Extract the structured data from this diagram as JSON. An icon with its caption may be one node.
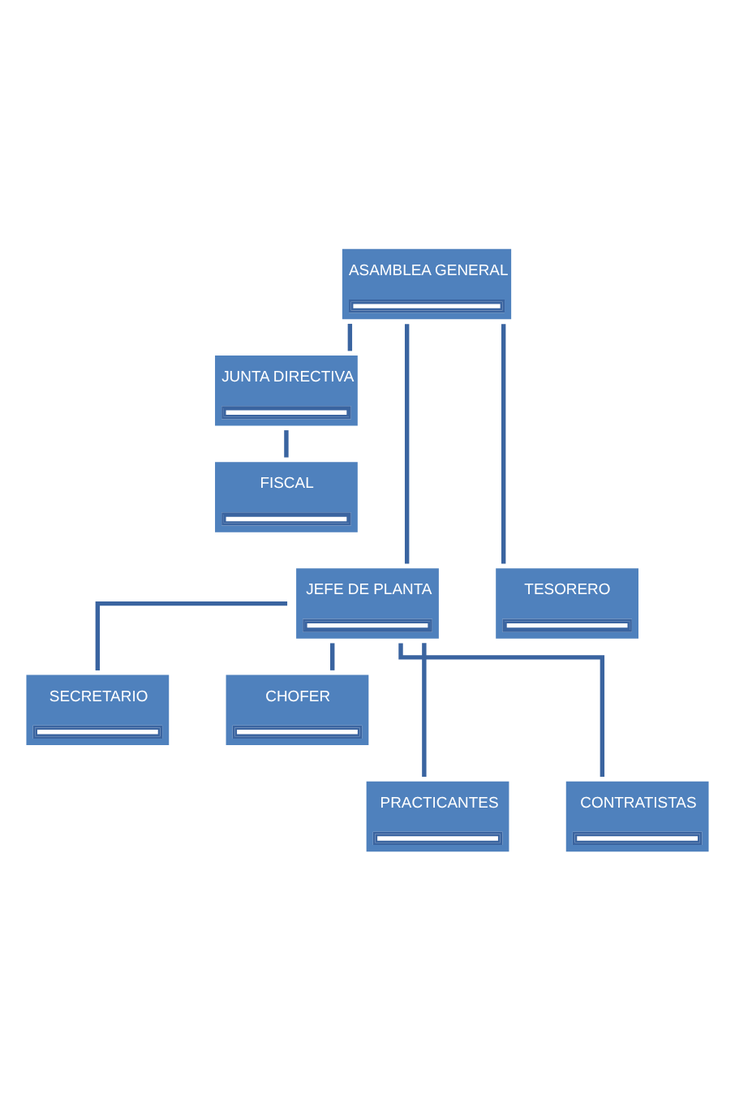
{
  "diagram": {
    "nodes": [
      {
        "text": [
          "ASAMBLEA GENERAL"
        ]
      },
      {
        "text": [
          "JUNTA DIRECTIVA"
        ]
      },
      {
        "text": [
          "FISCAL"
        ]
      },
      {
        "text": [
          "JEFE DE PLANTA"
        ]
      },
      {
        "text": [
          "TESORERO"
        ]
      },
      {
        "text": [
          "SECRETARIO"
        ]
      },
      {
        "text": [
          "CHOFER"
        ]
      },
      {
        "text": [
          "PRACTICANTES"
        ]
      },
      {
        "text": [
          "CONTRATISTAS"
        ]
      }
    ],
    "edges": [
      {
        "from": 0,
        "to": 1,
        "arrow": "none"
      },
      {
        "from": 1,
        "to": 2,
        "arrow": "none"
      },
      {
        "from": 0,
        "to": 3,
        "arrow": "none"
      },
      {
        "from": 0,
        "to": 4,
        "arrow": "none"
      },
      {
        "from": 3,
        "to": 5,
        "arrow": "none"
      },
      {
        "from": 3,
        "to": 6,
        "arrow": "none"
      },
      {
        "from": 3,
        "to": 7,
        "arrow": "none"
      },
      {
        "from": 3,
        "to": 8,
        "arrow": "none"
      }
    ]
  }
}
